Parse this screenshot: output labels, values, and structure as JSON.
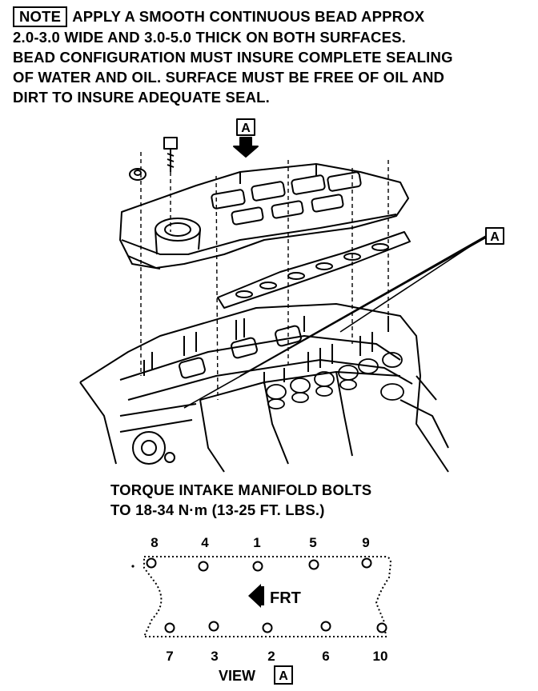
{
  "note": {
    "label": "NOTE",
    "lines": [
      "APPLY A SMOOTH CONTINUOUS BEAD APPROX",
      "2.0-3.0 WIDE AND 3.0-5.0 THICK ON BOTH SURFACES.",
      "BEAD CONFIGURATION MUST INSURE COMPLETE SEALING",
      "OF WATER AND OIL. SURFACE MUST BE FREE OF OIL AND",
      "DIRT TO INSURE ADEQUATE SEAL."
    ]
  },
  "callouts": {
    "top": "A",
    "right": "A"
  },
  "torque": {
    "line1": "TORQUE INTAKE MANIFOLD BOLTS",
    "line2": "TO 18-34 N·m (13-25 FT. LBS.)"
  },
  "view": {
    "top_numbers": [
      "8",
      "4",
      "1",
      "5",
      "9"
    ],
    "bottom_numbers": [
      "7",
      "3",
      "2",
      "6",
      "10"
    ],
    "direction": "FRT",
    "label": "VIEW",
    "label_box": "A"
  }
}
